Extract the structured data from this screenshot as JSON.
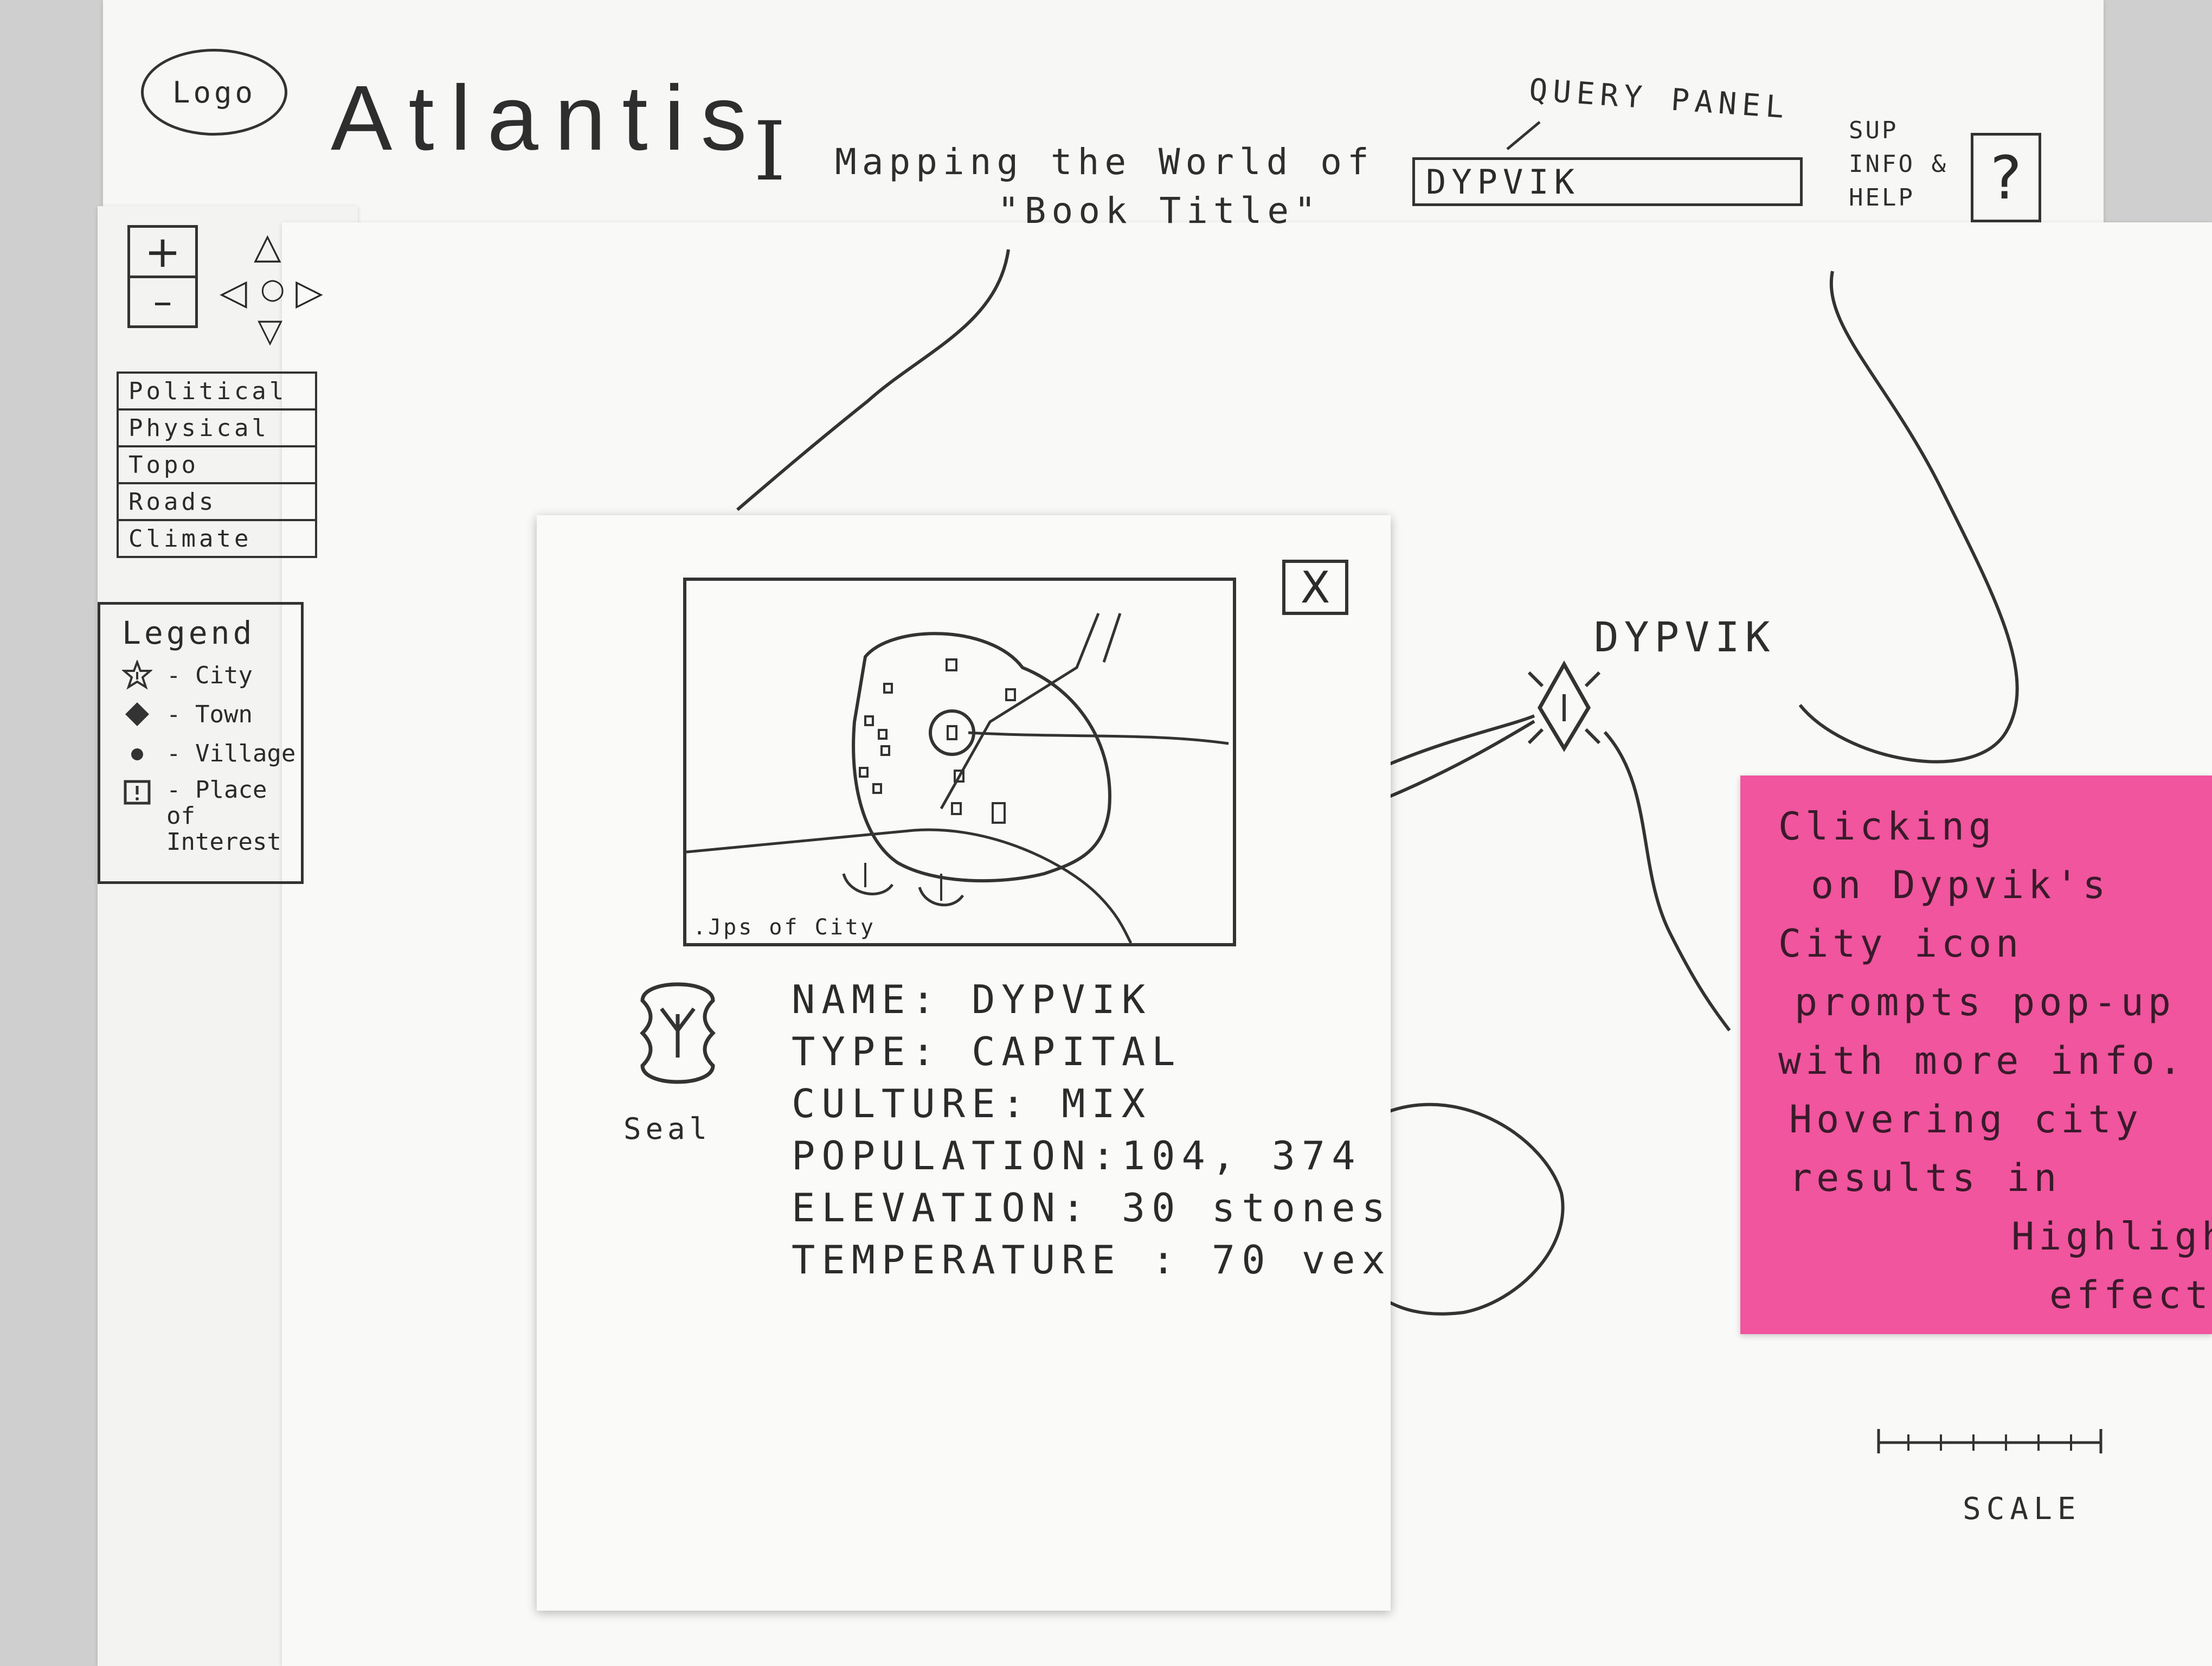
{
  "header": {
    "logo": "Logo",
    "app_title": "Atlantis",
    "tagline_line1": "Mapping the World of",
    "tagline_line2": "\"Book Title\"",
    "query_panel_label": "QUERY PANEL",
    "search_value": "DYPVIK",
    "sup_info_label": "SUP INFO & HELP",
    "help_symbol": "?"
  },
  "zoom_controls": {
    "zoom_in": "+",
    "zoom_out": "–"
  },
  "pan_controls": {
    "up": "△",
    "left": "◁",
    "center": "○",
    "right": "▷",
    "down": "▽"
  },
  "map_layers": [
    "Political",
    "Physical",
    "Topo",
    "Roads",
    "Climate"
  ],
  "legend": {
    "title": "Legend",
    "items": [
      {
        "symbol": "city-star-icon",
        "label": "- City"
      },
      {
        "symbol": "town-diamond-icon",
        "label": "- Town"
      },
      {
        "symbol": "village-dot-icon",
        "label": "- Village"
      },
      {
        "symbol": "place-of-interest-icon",
        "label": "- Place of Interest"
      }
    ]
  },
  "map": {
    "city_label": "DYPVIK",
    "scale_label": "SCALE"
  },
  "popup": {
    "close_symbol": "X",
    "image_caption": ".Jps of City",
    "seal_label": "Seal",
    "fields": [
      "NAME: DYPVIK",
      "TYPE: CAPITAL",
      "CULTURE: MIX",
      "POPULATION:104, 374",
      "ELEVATION: 30 stones",
      "TEMPERATURE : 70 vex"
    ]
  },
  "sticky_note": {
    "lines": [
      "Clicking",
      "on Dypvik's",
      "City icon",
      "prompts pop-up",
      "with more info.",
      "Hovering city",
      "results in",
      "Highlight",
      "effect"
    ]
  },
  "colors": {
    "paper": "#f7f7f5",
    "ink": "#2e2e2e",
    "sticky": "#f0559e",
    "background": "#cfcfcf"
  }
}
